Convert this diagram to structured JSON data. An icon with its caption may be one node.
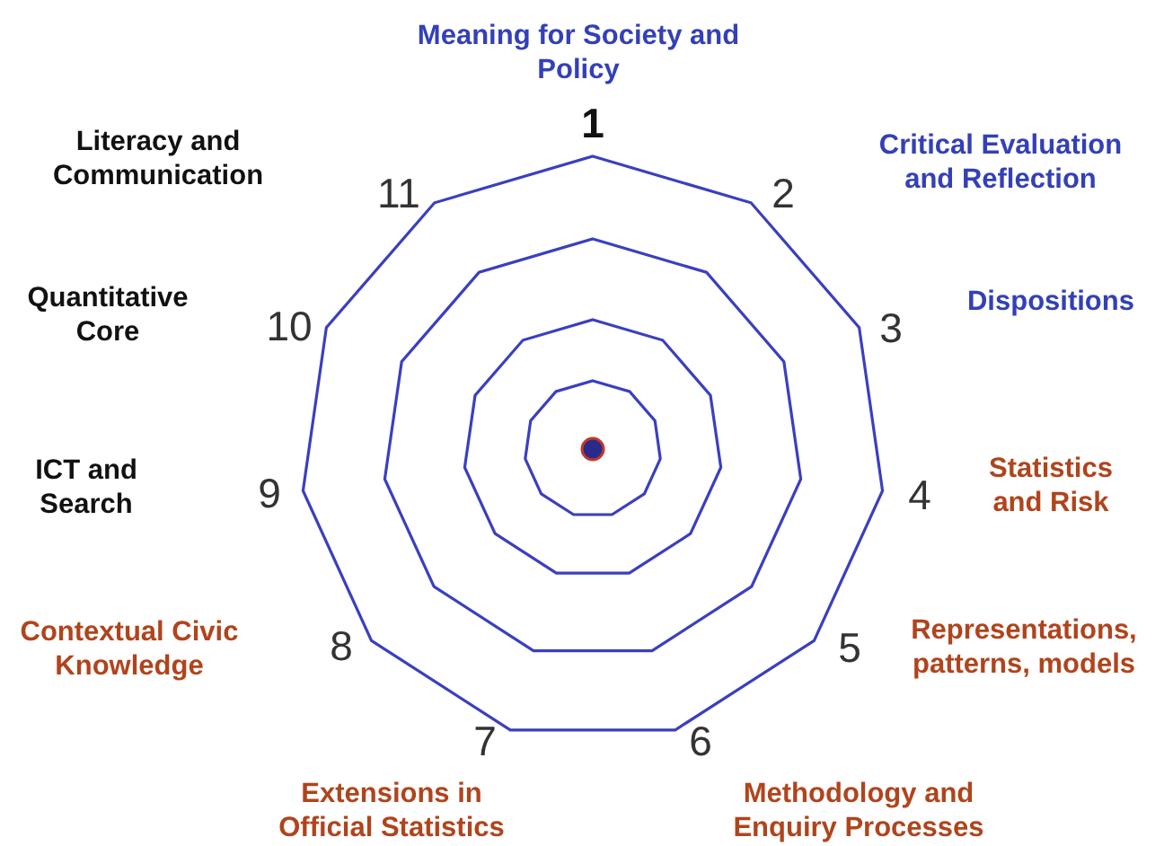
{
  "diagram": {
    "labels": [
      "Meaning for Society and Policy",
      "1",
      "Literacy and Communication",
      "Critical Evaluation and Reflection",
      "11",
      "2",
      "Quantitative Core",
      "Dispositions",
      "10",
      "3",
      "ICT and Search",
      "9",
      "Statistics and Risk",
      "4",
      "Contextual Civic Knowledge",
      "Representations, patterns, models",
      "8",
      "5",
      "7",
      "6",
      "Extensions in Official Statistics",
      "Methodology and Enquiry Processes"
    ]
  }
}
